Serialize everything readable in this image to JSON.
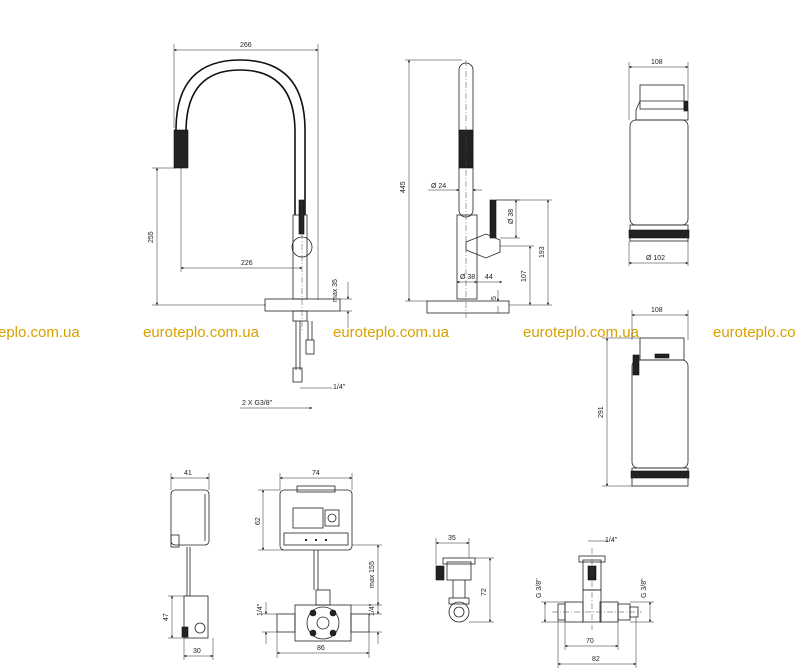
{
  "watermark": {
    "text_left": "eplo.com.ua",
    "text": "euroteplo.com.ua",
    "text_right": "euroteplo.co",
    "color": "#d8a100"
  },
  "dims": {
    "faucet_front": {
      "width": "266",
      "height": "255",
      "reach": "226",
      "max_thickness": "max 35",
      "connections": "2 X G3/8\"",
      "inlet": "1/4\""
    },
    "faucet_side": {
      "height": "445",
      "pipe_diameter": "Ø 24",
      "lever_diameter": "Ø 38",
      "body_diameter": "Ø 38",
      "offset": "44",
      "small": "5",
      "h107": "107",
      "h193": "193"
    },
    "filter_top": {
      "width": "108",
      "diameter": "Ø 102"
    },
    "filter_bottom": {
      "width": "108",
      "height": "291"
    },
    "battery_side": {
      "width": "41",
      "height": "47",
      "base": "30"
    },
    "battery_front": {
      "width": "74",
      "height": "62",
      "max_cable": "max 155",
      "left_inlet": "1/4\"",
      "right_inlet": "1/4\"",
      "base": "86"
    },
    "valve": {
      "width": "35",
      "height": "72"
    },
    "tee": {
      "inlet": "1/4\"",
      "left_thread": "G 3/8\"",
      "right_thread": "G 3/8\"",
      "inner": "70",
      "outer": "82"
    }
  }
}
